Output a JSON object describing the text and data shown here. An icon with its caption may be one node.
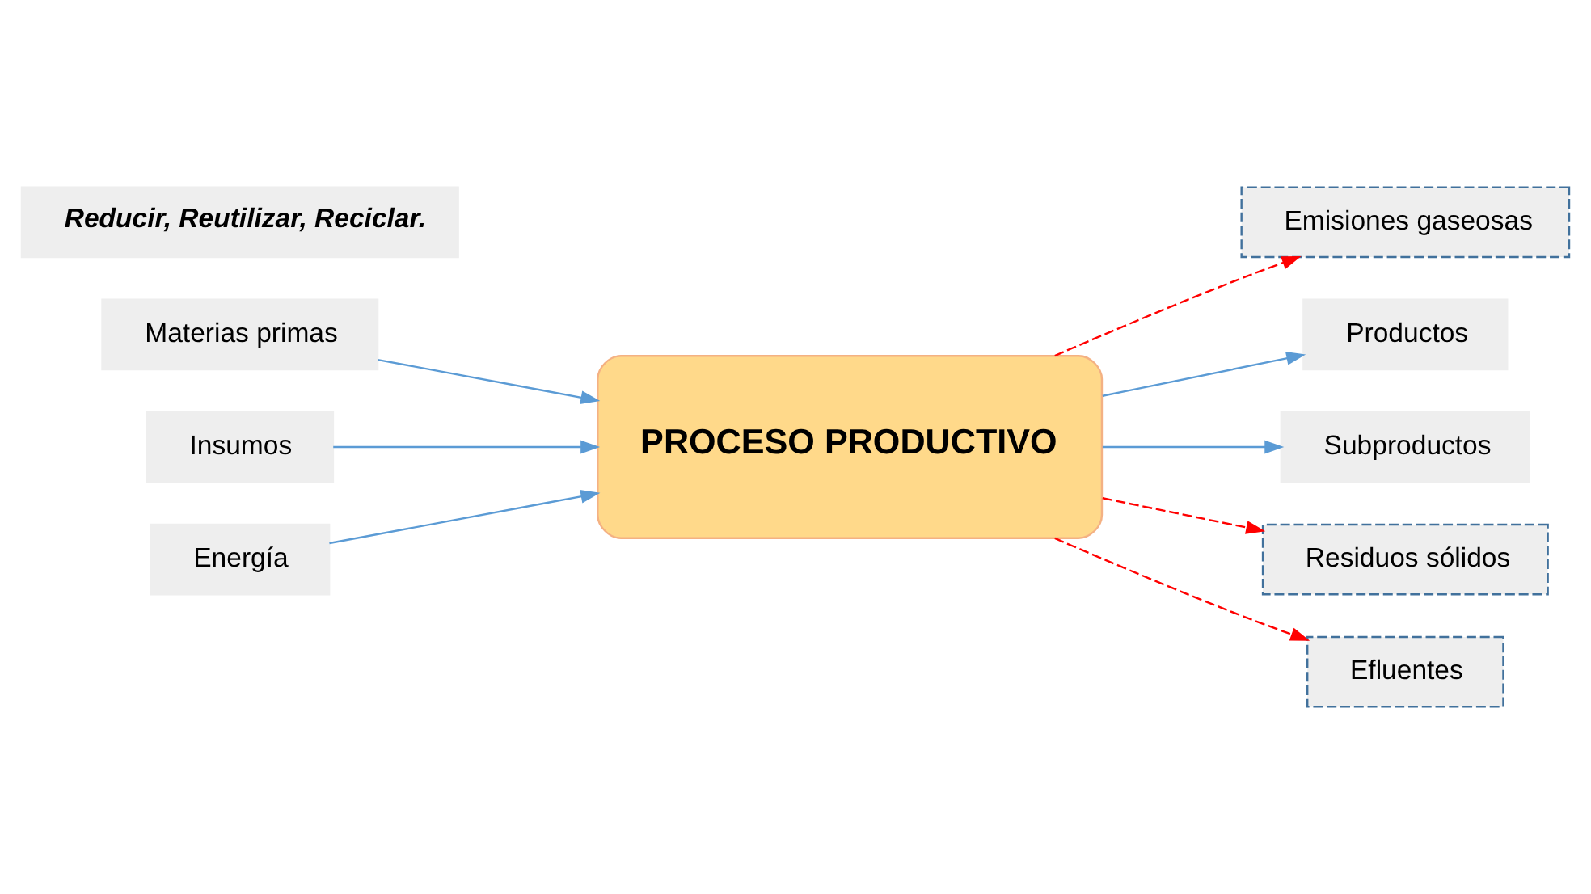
{
  "diagram": {
    "nodes": [
      {
        "text": [
          "Emisiones gaseosas"
        ]
      },
      {
        "text": [
          "Materias primas"
        ]
      },
      {
        "text": [
          "Insumos"
        ]
      },
      {
        "text": [
          "Energía"
        ]
      },
      {
        "text": [
          "PROCESO PRODUCTIVO"
        ]
      },
      {
        "text": [
          "Productos"
        ]
      },
      {
        "text": [
          "Subproductos"
        ]
      },
      {
        "text": [
          "Residuos sólidos"
        ]
      },
      {
        "text": [
          "Efluentes"
        ]
      },
      {
        "text": [
          "Reducir, Reutilizar, Reciclar."
        ]
      }
    ],
    "edges": [
      {
        "from": 1,
        "to": 4,
        "arrow": "to"
      },
      {
        "from": 2,
        "to": 4,
        "arrow": "to"
      },
      {
        "from": 3,
        "to": 4,
        "arrow": "to"
      },
      {
        "from": 4,
        "to": 0,
        "arrow": "to",
        "style": "dashed",
        "color": "#ff0000"
      },
      {
        "from": 4,
        "to": 5,
        "arrow": "to"
      },
      {
        "from": 4,
        "to": 6,
        "arrow": "to"
      },
      {
        "from": 4,
        "to": 7,
        "arrow": "to",
        "style": "dashed",
        "color": "#ff0000"
      },
      {
        "from": 4,
        "to": 8,
        "arrow": "to",
        "style": "dashed",
        "color": "#ff0000"
      }
    ]
  }
}
